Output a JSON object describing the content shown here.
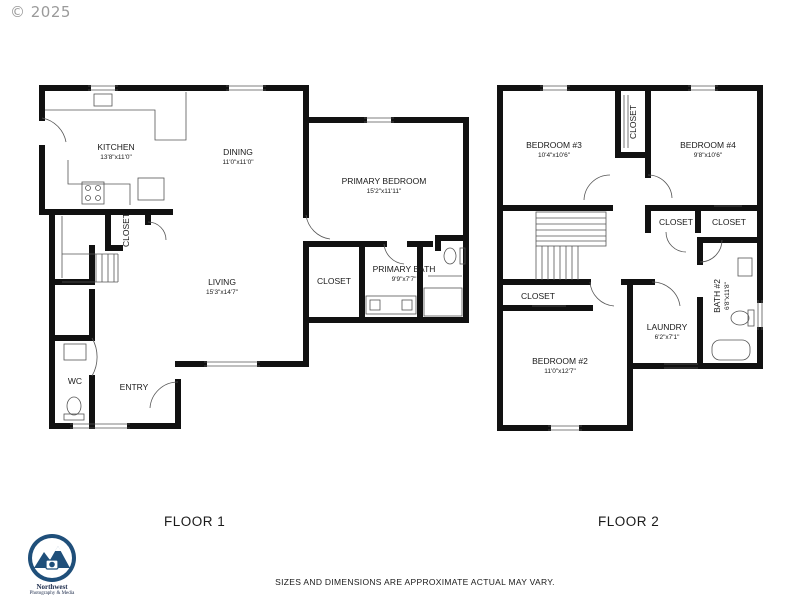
{
  "copyright": "© 2025",
  "floor1": {
    "label": "FLOOR 1",
    "rooms": {
      "kitchen": {
        "name": "KITCHEN",
        "dim": "13'8\"x11'0\""
      },
      "dining": {
        "name": "DINING",
        "dim": "11'0\"x11'0\""
      },
      "primary_bedroom": {
        "name": "PRIMARY BEDROOM",
        "dim": "15'2\"x11'11\""
      },
      "closet_stair": {
        "name": "CLOSET"
      },
      "living": {
        "name": "LIVING",
        "dim": "15'3\"x14'7\""
      },
      "primary_bath": {
        "name": "PRIMARY BATH",
        "dim": "9'9\"x7'7\""
      },
      "closet_primary": {
        "name": "CLOSET"
      },
      "wc": {
        "name": "WC"
      },
      "entry": {
        "name": "ENTRY"
      }
    }
  },
  "floor2": {
    "label": "FLOOR 2",
    "rooms": {
      "bedroom3": {
        "name": "BEDROOM #3",
        "dim": "10'4\"x10'6\""
      },
      "closet_b3": {
        "name": "CLOSET"
      },
      "bedroom4": {
        "name": "BEDROOM #4",
        "dim": "9'8\"x10'6\""
      },
      "closet_a": {
        "name": "CLOSET"
      },
      "closet_b": {
        "name": "CLOSET"
      },
      "bath2": {
        "name": "BATH #2",
        "dim": "6'8\"x11'8\""
      },
      "closet_b2": {
        "name": "CLOSET"
      },
      "laundry": {
        "name": "LAUNDRY",
        "dim": "6'2\"x7'1\""
      },
      "bedroom2": {
        "name": "BEDROOM #2",
        "dim": "11'0\"x12'7\""
      }
    }
  },
  "disclaimer": "SIZES AND DIMENSIONS ARE APPROXIMATE ACTUAL MAY VARY.",
  "logo": {
    "name": "Northwest",
    "sub": "Photography & Media"
  },
  "colors": {
    "wall": "#111111",
    "fixture": "#555555",
    "logo_blue": "#1f4f7a"
  }
}
